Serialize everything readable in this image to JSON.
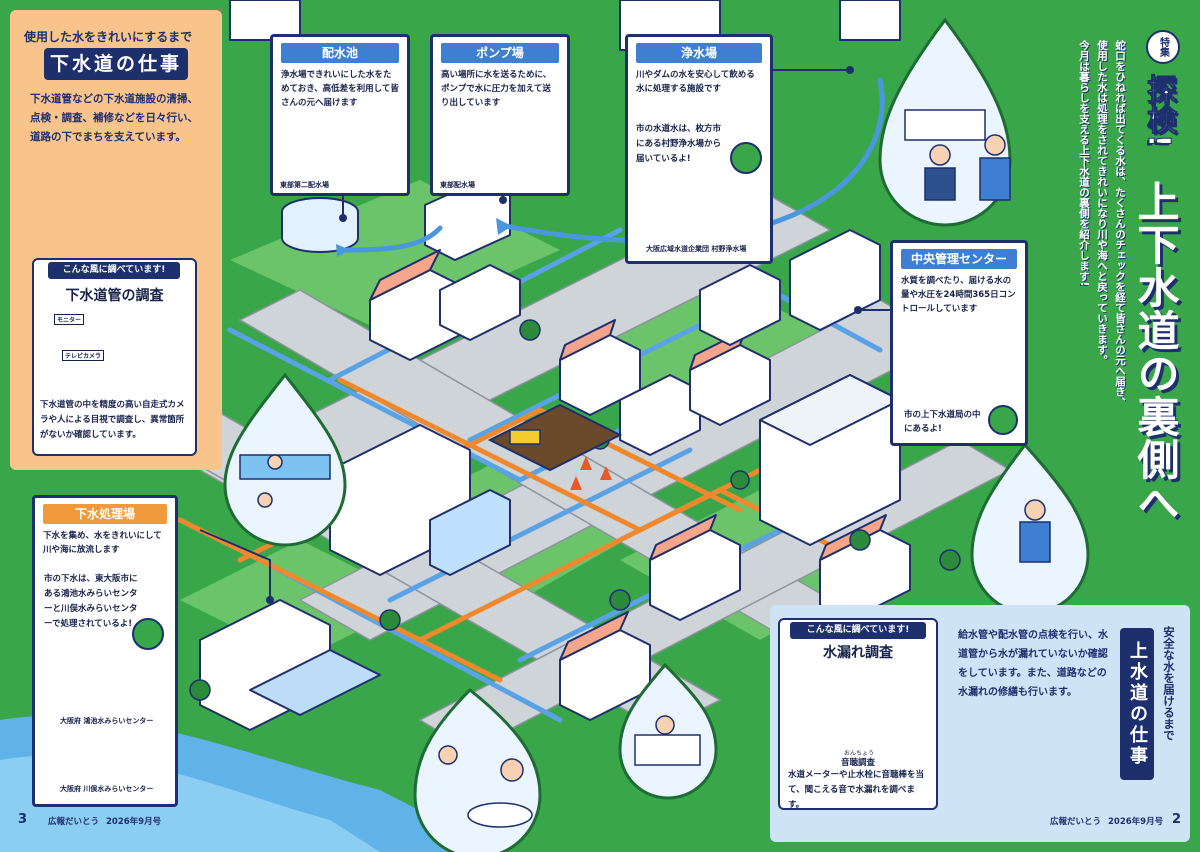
{
  "sewer_panel": {
    "kicker": "使用した水をきれいにするまで",
    "title": "下水道の仕事",
    "desc": "下水道管などの下水道施設の清掃、点検・調査、補修などを日々行い、道路の下でまちを支えています。",
    "survey_tag": "こんな風に調べています!",
    "survey_title": "下水道管の調査",
    "label_monitor": "モニター",
    "label_tvcam": "テレビカメラ",
    "survey_desc": "下水道管の中を精度の高い自走式カメラや人による目視で調査し、異常箇所がないか確認しています。"
  },
  "facilities": {
    "distribution_reservoir": {
      "title": "配水池",
      "desc": "浄水場できれいにした水をためておき、高低差を利用して皆さんの元へ届けます",
      "photo_caption": "東部第二配水場"
    },
    "pump_station": {
      "title": "ポンプ場",
      "desc": "高い場所に水を送るために、ポンプで水に圧力を加えて送り出しています",
      "photo_caption": "東部配水場"
    },
    "water_plant": {
      "title": "浄水場",
      "desc": "川やダムの水を安心して飲める水に処理する施設です",
      "note": "市の水道水は、枚方市にある村野浄水場から届いているよ!",
      "photo_caption": "大阪広域水道企業団 村野浄水場"
    },
    "central_control": {
      "title": "中央管理センター",
      "desc": "水質を調べたり、届ける水の量や水圧を24時間365日コントロールしています",
      "note": "市の上下水道局の中にあるよ!"
    },
    "sewage_plant": {
      "title": "下水処理場",
      "desc": "下水を集め、水をきれいにして川や海に放流します",
      "note": "市の下水は、東大阪市にある鴻池水みらいセンターと川俣水みらいセンターで処理されているよ!",
      "photo1_caption": "大阪府 鴻池水みらいセンター",
      "photo2_caption": "大阪府 川俣水みらいセンター"
    }
  },
  "feature": {
    "badge": "特集",
    "title_part1": "探検!",
    "title_part2": "上下水道の裏側へ",
    "lead_col1": "蛇口をひねれば出てくる水は、たくさんのチェックを経て皆さんの元へ届き、",
    "lead_col2": "使用した水は処理をされてきれいになり川や海へと戻っていきます。",
    "lead_col3": "今月は暮らしを支える上下水道の裏側を紹介します!"
  },
  "water_panel": {
    "kicker": "安全な水を届けるまで",
    "title": "上水道の仕事",
    "survey_tag": "こんな風に調べています!",
    "survey_title": "水漏れ調査",
    "sound_label": "音聴調査",
    "sound_ruby": "おんちょう",
    "survey_desc": "水道メーターや止水栓に音聴棒を当て、聞こえる音で水漏れを調べます。",
    "desc": "給水管や配水管の点検を行い、水道管から水が漏れていないか確認をしています。また、道路などの水漏れの修繕も行います。"
  },
  "footer": {
    "left_page": "3",
    "left_publication": "広報だいとう",
    "left_issue": "2026年9月号",
    "right_publication": "広報だいとう",
    "right_issue": "2026年9月号",
    "right_page": "2"
  },
  "colors": {
    "navy": "#1e2f6e",
    "green": "#3aa64a",
    "light_green": "#8ed28a",
    "blue_pipe": "#5aa2e6",
    "orange_pipe": "#f0892e",
    "sewer_panel_bg": "#f8c48c",
    "water_panel_bg": "#cfe3f7",
    "header_blue": "#3f7fd1",
    "header_orange": "#ef9a3c"
  }
}
